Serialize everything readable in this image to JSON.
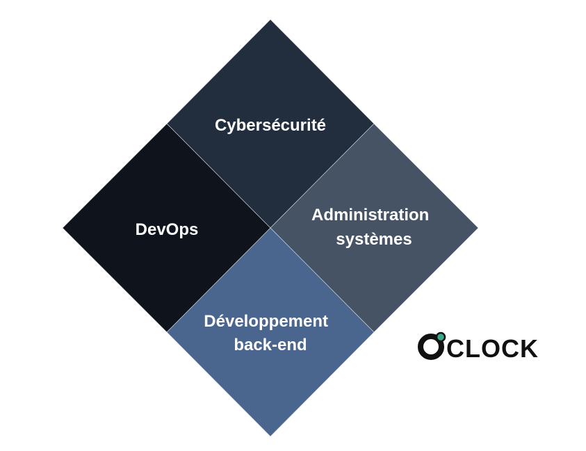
{
  "diagram": {
    "cells": [
      {
        "id": "top",
        "lines": [
          "Cybersécurité"
        ],
        "color": "#222d3e"
      },
      {
        "id": "left",
        "lines": [
          "DevOps"
        ],
        "color": "#0e131c"
      },
      {
        "id": "right",
        "lines": [
          "Administration",
          "systèmes"
        ],
        "color": "#455365"
      },
      {
        "id": "bottom",
        "lines": [
          "Développement",
          "back-end"
        ],
        "color": "#4a668f"
      }
    ]
  },
  "logo": {
    "text": "CLOCK",
    "accent_color": "#3aa88c",
    "ring_color": "#111111"
  }
}
